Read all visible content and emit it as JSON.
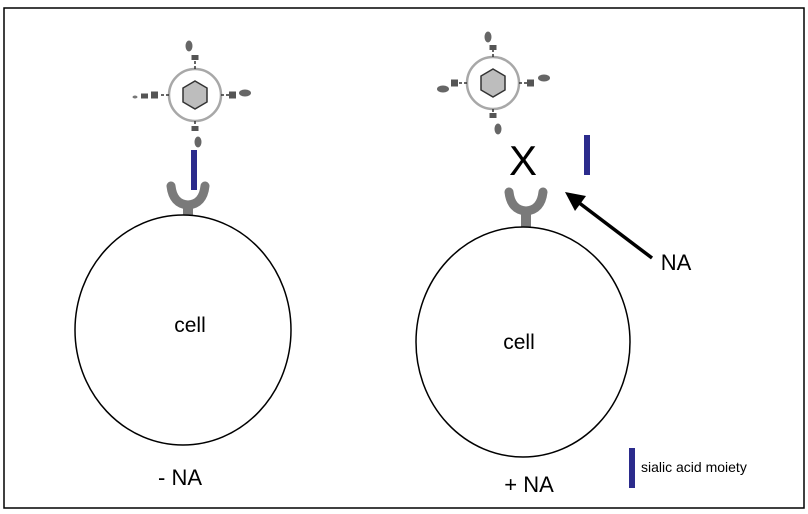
{
  "left_panel": {
    "cell_label": "cell",
    "condition_label": "- NA"
  },
  "right_panel": {
    "cell_label": "cell",
    "condition_label": "+ NA",
    "blocked_mark": "X",
    "enzyme_label": "NA"
  },
  "legend": {
    "label": "sialic acid moiety"
  },
  "colors": {
    "sialic_acid": "#2b2b8c",
    "receptor": "#7a7a7a",
    "virus_core": "#b9b9b9",
    "outline": "#000000"
  }
}
